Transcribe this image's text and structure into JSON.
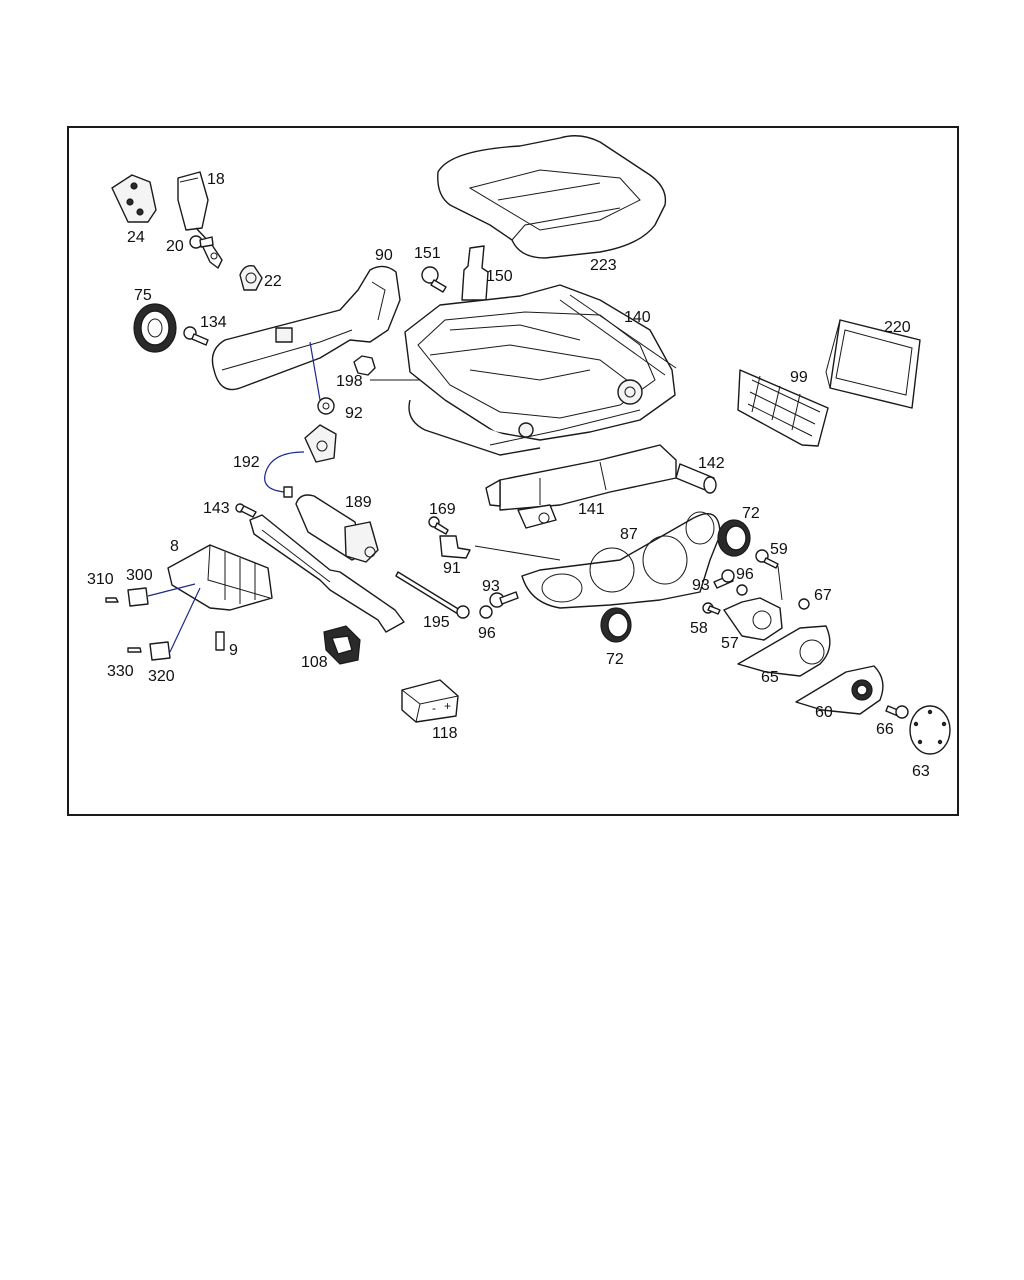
{
  "diagram": {
    "callouts": [
      {
        "id": "c24",
        "label": "24"
      },
      {
        "id": "c18",
        "label": "18"
      },
      {
        "id": "c20",
        "label": "20"
      },
      {
        "id": "c22",
        "label": "22"
      },
      {
        "id": "c75",
        "label": "75"
      },
      {
        "id": "c134",
        "label": "134"
      },
      {
        "id": "c90",
        "label": "90"
      },
      {
        "id": "c151",
        "label": "151"
      },
      {
        "id": "c150",
        "label": "150"
      },
      {
        "id": "c223",
        "label": "223"
      },
      {
        "id": "c140",
        "label": "140"
      },
      {
        "id": "c220",
        "label": "220"
      },
      {
        "id": "c198",
        "label": "198"
      },
      {
        "id": "c92",
        "label": "92"
      },
      {
        "id": "c99",
        "label": "99"
      },
      {
        "id": "c192",
        "label": "192"
      },
      {
        "id": "c142",
        "label": "142"
      },
      {
        "id": "c143",
        "label": "143"
      },
      {
        "id": "c189",
        "label": "189"
      },
      {
        "id": "c169",
        "label": "169"
      },
      {
        "id": "c141",
        "label": "141"
      },
      {
        "id": "c72a",
        "label": "72"
      },
      {
        "id": "c8",
        "label": "8"
      },
      {
        "id": "c87",
        "label": "87"
      },
      {
        "id": "c59",
        "label": "59"
      },
      {
        "id": "c91",
        "label": "91"
      },
      {
        "id": "c310",
        "label": "310"
      },
      {
        "id": "c300",
        "label": "300"
      },
      {
        "id": "c93a",
        "label": "93"
      },
      {
        "id": "c93b",
        "label": "93"
      },
      {
        "id": "c96a",
        "label": "96"
      },
      {
        "id": "c67",
        "label": "67"
      },
      {
        "id": "c195",
        "label": "195"
      },
      {
        "id": "c96b",
        "label": "96"
      },
      {
        "id": "c58",
        "label": "58"
      },
      {
        "id": "c9",
        "label": "9"
      },
      {
        "id": "c57",
        "label": "57"
      },
      {
        "id": "c108",
        "label": "108"
      },
      {
        "id": "c72b",
        "label": "72"
      },
      {
        "id": "c330",
        "label": "330"
      },
      {
        "id": "c320",
        "label": "320"
      },
      {
        "id": "c65",
        "label": "65"
      },
      {
        "id": "c60",
        "label": "60"
      },
      {
        "id": "c66",
        "label": "66"
      },
      {
        "id": "c118",
        "label": "118"
      },
      {
        "id": "c63",
        "label": "63"
      }
    ]
  }
}
